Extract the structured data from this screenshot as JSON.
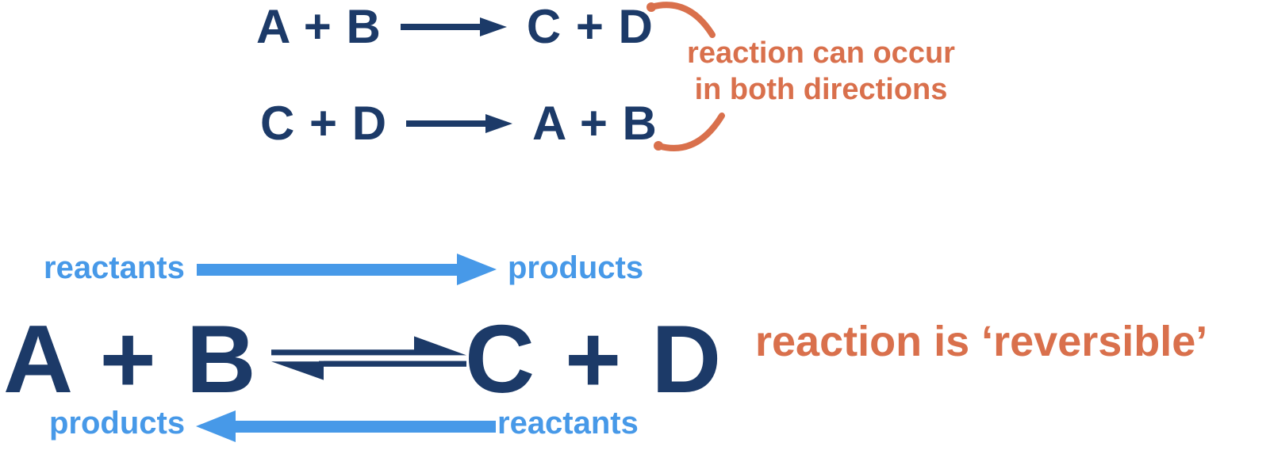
{
  "colors": {
    "navy": "#1c3a68",
    "light_blue": "#4799e8",
    "orange": "#d9704c",
    "background": "#ffffff"
  },
  "top_section": {
    "forward_equation": {
      "reactants": "A + B",
      "products": "C + D"
    },
    "reverse_equation": {
      "reactants": "C + D",
      "products": "A + B"
    },
    "annotation": {
      "line1": "reaction can occur",
      "line2": "in both directions"
    }
  },
  "bottom_section": {
    "forward_labels": {
      "left": "reactants",
      "right": "products"
    },
    "reverse_labels": {
      "left": "products",
      "right": "reactants"
    },
    "equation": {
      "left": "A + B",
      "right": "C + D"
    },
    "annotation": "reaction is ‘reversible’"
  }
}
